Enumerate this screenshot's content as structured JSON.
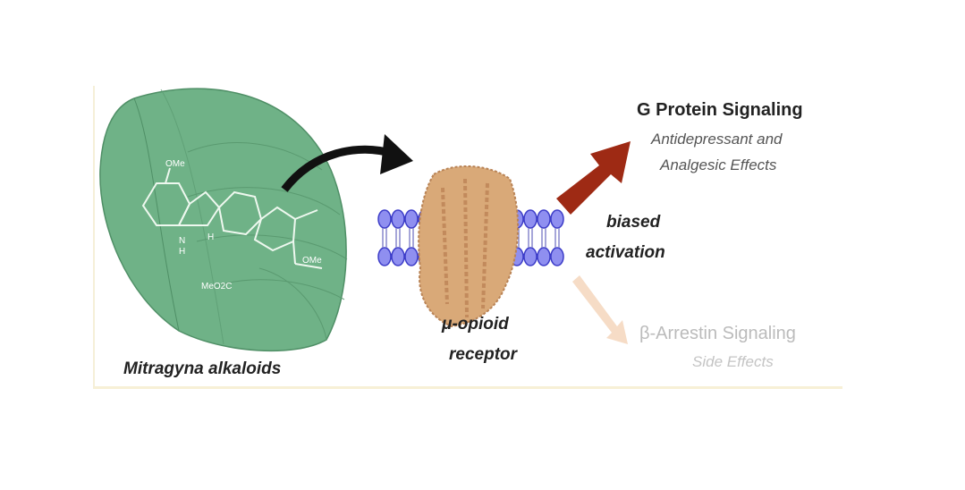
{
  "leaf": {
    "label": "Mitragyna alkaloids",
    "structure_labels": [
      "OMe",
      "N",
      "H",
      "H",
      "MeO2C",
      "OMe"
    ]
  },
  "receptor": {
    "line1": "μ-opioid",
    "line2": "receptor"
  },
  "bias": {
    "line1": "biased",
    "line2": "activation"
  },
  "g_protein": {
    "title": "G Protein Signaling",
    "sub1": "Antidepressant and",
    "sub2": "Analgesic Effects"
  },
  "arrestin": {
    "title": "β-Arrestin Signaling",
    "sub": "Side Effects"
  },
  "colors": {
    "leaf": "#6fb287",
    "membrane": "#8f8ff0",
    "protein": "#d9a978",
    "g_arrow": "#9e2a14",
    "arrestin_arrow": "#f6dcc6"
  }
}
